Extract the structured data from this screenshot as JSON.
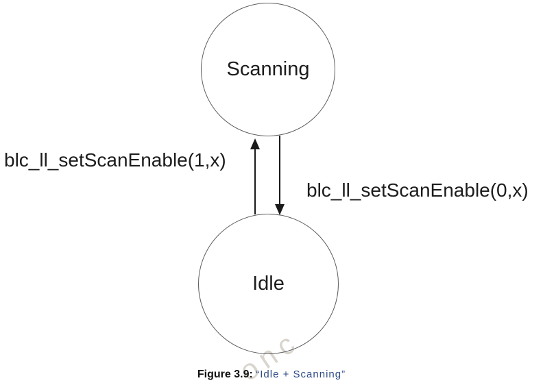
{
  "figure": {
    "type": "state-diagram",
    "states": [
      {
        "label": "Scanning"
      },
      {
        "label": "Idle"
      }
    ],
    "transitions": [
      {
        "label": "blc_ll_setScanEnable(1,x)",
        "from": "Idle",
        "to": "Scanning",
        "side": "left",
        "arrow_direction": "up"
      },
      {
        "label": "blc_ll_setScanEnable(0,x)",
        "from": "Scanning",
        "to": "Idle",
        "side": "right",
        "arrow_direction": "down"
      }
    ],
    "caption": {
      "prefix": "Figure 3.9:",
      "title": "“Idle + Scanning”"
    },
    "watermark_fragment": "onc",
    "colors": {
      "caption_title_blue": "#2d4b87",
      "state_outline_gray": "#5e5e5e",
      "arrow_black": "#1a1a1a",
      "watermark_beige": "#bab3a5"
    }
  }
}
